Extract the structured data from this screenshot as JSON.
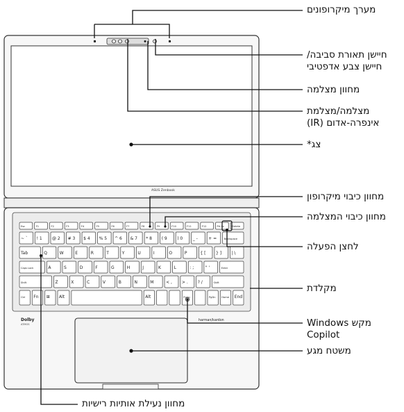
{
  "callouts": {
    "mic_array": "מערך מיקרופונים",
    "light_sensor_line1": "חיישן תאורת סביבה/",
    "light_sensor_line2": "חיישן צבע אדפטיבי",
    "camera_indicator": "מחוון מצלמה",
    "camera_line1": "מצלמה/מצלמת",
    "camera_line2": "אינפרה-אדום (IR)",
    "display": "צג*",
    "mic_mute_indicator": "מחוון כיבוי מיקרופון",
    "camera_off_indicator": "מחוון כיבוי המצלמה",
    "power_button": "לחצן הפעלה",
    "keyboard": "מקלדת",
    "copilot_line1": "Windows מקש",
    "copilot_line2": "Copilot",
    "touchpad": "משטח מגע",
    "caps_lock_indicator": "מחוון נעילת אותיות רישיות"
  },
  "device": {
    "brand_label": "ASUS Zenbook",
    "speaker_brand": "harman/kardon",
    "audio_brand": "Dolby",
    "audio_sub": "ATMOS"
  },
  "keys": {
    "fn_row": [
      "Esc",
      "F1",
      "F2",
      "F3",
      "F4",
      "F5",
      "F6",
      "F7",
      "F8",
      "F9",
      "F10",
      "F11",
      "F12",
      "Prt Sc",
      "Delete"
    ],
    "row1": [
      "~ `",
      "! 1",
      "@ 2",
      "# 3",
      "$ 4",
      "% 5",
      "^ 6",
      "& 7",
      "* 8",
      "( 9",
      ") 0",
      "_ -",
      "+ =",
      "Backspace"
    ],
    "row2": [
      "Tab",
      "Q",
      "W",
      "E",
      "R",
      "T",
      "Y",
      "U",
      "I",
      "O",
      "P",
      "{ [",
      "} ]",
      "| \\"
    ],
    "row3": [
      "Caps Lock",
      "A",
      "S",
      "D",
      "F",
      "G",
      "H",
      "J",
      "K",
      "L",
      ": ;",
      "\" '",
      "Enter"
    ],
    "row4": [
      "Shift",
      "Z",
      "X",
      "C",
      "V",
      "B",
      "N",
      "M",
      "< ,",
      "> .",
      "? /",
      "Shift"
    ],
    "row5": [
      "Ctrl",
      "Fn",
      "⊞",
      "Alt",
      "",
      "Alt",
      "",
      "",
      "PgUp",
      "",
      "PgDn",
      "Home",
      "End"
    ]
  }
}
